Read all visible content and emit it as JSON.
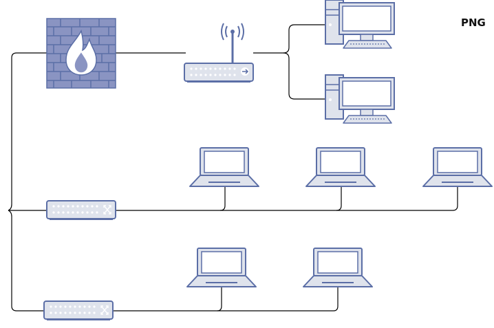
{
  "badge": {
    "text": "PNG"
  },
  "colors": {
    "stroke": "#5b6ea6",
    "fill": "#dfe3ec",
    "brick": "#8a94c2",
    "screen": "#ffffff",
    "line": "#000000"
  },
  "nodes": [
    {
      "id": "firewall",
      "kind": "firewall",
      "icon": "firewall-icon"
    },
    {
      "id": "wireless-router",
      "kind": "wireless-router",
      "icon": "wireless-router-icon"
    },
    {
      "id": "desktop-1",
      "kind": "desktop",
      "icon": "desktop-computer-icon"
    },
    {
      "id": "desktop-2",
      "kind": "desktop",
      "icon": "desktop-computer-icon"
    },
    {
      "id": "switch-1",
      "kind": "switch",
      "icon": "network-switch-icon"
    },
    {
      "id": "laptop-1",
      "kind": "laptop",
      "icon": "laptop-icon"
    },
    {
      "id": "laptop-2",
      "kind": "laptop",
      "icon": "laptop-icon"
    },
    {
      "id": "laptop-3",
      "kind": "laptop",
      "icon": "laptop-icon"
    },
    {
      "id": "switch-2",
      "kind": "switch",
      "icon": "network-switch-icon"
    },
    {
      "id": "laptop-4",
      "kind": "laptop",
      "icon": "laptop-icon"
    },
    {
      "id": "laptop-5",
      "kind": "laptop",
      "icon": "laptop-icon"
    }
  ],
  "connections": [
    [
      "firewall",
      "wireless-router"
    ],
    [
      "wireless-router",
      "desktop-1"
    ],
    [
      "wireless-router",
      "desktop-2"
    ],
    [
      "firewall",
      "switch-1"
    ],
    [
      "firewall",
      "switch-2"
    ],
    [
      "switch-1",
      "laptop-1"
    ],
    [
      "switch-1",
      "laptop-2"
    ],
    [
      "switch-1",
      "laptop-3"
    ],
    [
      "switch-2",
      "laptop-4"
    ],
    [
      "switch-2",
      "laptop-5"
    ]
  ]
}
